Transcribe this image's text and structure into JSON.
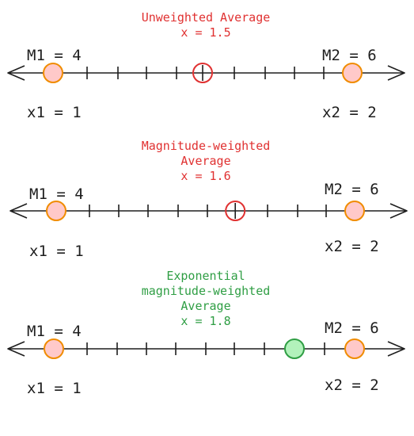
{
  "colors": {
    "line": "#1e1e1e",
    "mass_fill": "#ffc9c9",
    "mass_stroke": "#f08c00",
    "average_red": "#e03131",
    "average_green": "#2f9e44",
    "green_fill": "#b2f2bb"
  },
  "panels": [
    {
      "left": {
        "mass": "M1 = 4",
        "pos": "x1 = 1"
      },
      "right": {
        "mass": "M2 = 6",
        "pos": "x2 = 2"
      },
      "title_lines": [
        "Unweighted Average",
        "x = 1.5"
      ],
      "title_color": "red",
      "average_value": 1.5
    },
    {
      "left": {
        "mass": "M1 = 4",
        "pos": "x1 = 1"
      },
      "right": {
        "mass": "M2 = 6",
        "pos": "x2 = 2"
      },
      "title_lines": [
        "Magnitude-weighted",
        "Average",
        "x = 1.6"
      ],
      "title_color": "red",
      "average_value": 1.6
    },
    {
      "left": {
        "mass": "M1 = 4",
        "pos": "x1 = 1"
      },
      "right": {
        "mass": "M2 = 6",
        "pos": "x2 = 2"
      },
      "title_lines": [
        "Exponential",
        "magnitude-weighted",
        "Average",
        "x = 1.8"
      ],
      "title_color": "green",
      "average_value": 1.8
    }
  ]
}
